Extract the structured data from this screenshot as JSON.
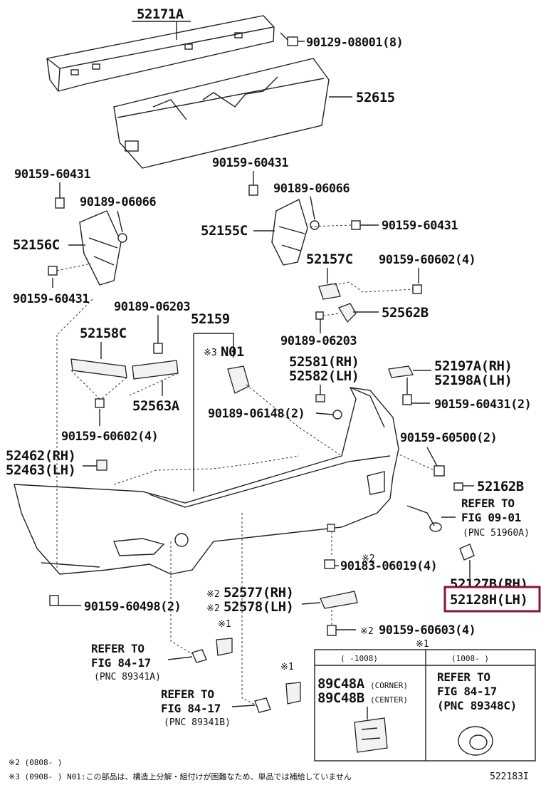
{
  "labels": {
    "p52171A": "52171A",
    "p90129": "90129-08001(8)",
    "p52615": "52615",
    "p90159_60431_a": "90159-60431",
    "p90189_06066_a": "90189-06066",
    "p52156C": "52156C",
    "p90159_60431_b": "90159-60431",
    "p90159_60431_c": "90159-60431",
    "p90189_06066_b": "90189-06066",
    "p52155C": "52155C",
    "p90159_60431_d": "90159-60431",
    "p52157C": "52157C",
    "p90159_60602_a": "90159-60602(4)",
    "p52562B": "52562B",
    "p90189_06203_a": "90189-06203",
    "p90189_06203_b": "90189-06203",
    "p52159": "52159",
    "pN01": "N01",
    "p52158C": "52158C",
    "p52563A": "52563A",
    "p90159_60602_b": "90159-60602(4)",
    "p52581": "52581(RH)",
    "p52582": "52582(LH)",
    "p52197A": "52197A(RH)",
    "p52198A": "52198A(LH)",
    "p90189_06148": "90189-06148(2)",
    "p90159_60431_e": "90159-60431(2)",
    "p90159_60500": "90159-60500(2)",
    "p52462": "52462(RH)",
    "p52463": "52463(LH)",
    "p52162B": "52162B",
    "p52127B": "52127B(RH)",
    "p52128H": "52128H(LH)",
    "p90183": "90183-06019(4)",
    "p52577": "52577(RH)",
    "p52578": "52578(LH)",
    "p90159_60498": "90159-60498(2)",
    "p90159_60603": "90159-60603(4)"
  },
  "marks": {
    "x1": "※1",
    "x2": "※2",
    "x3": "※3"
  },
  "refs": {
    "r1": [
      "REFER TO",
      "FIG 09-01",
      "(PNC 51960A)"
    ],
    "r2": [
      "REFER TO",
      "FIG 84-17",
      "(PNC 89341A)"
    ],
    "r3": [
      "REFER TO",
      "FIG 84-17",
      "(PNC 89341B)"
    ],
    "r4": [
      "REFER TO",
      "FIG 84-17",
      "(PNC 89348C)"
    ]
  },
  "inset": {
    "left_header": "(  -1008)",
    "right_header": "(1008-  )",
    "p89C48A": "89C48A",
    "p89C48A_note": "(CORNER)",
    "p89C48B": "89C48B",
    "p89C48B_note": "(CENTER)"
  },
  "footnotes": {
    "n2": "※2 (0808-     )",
    "n3": "※3 (0908-     ) N01:この部品は、構造上分解・組付けが困難なため、単品では補給していません"
  },
  "figure_id": "522183I",
  "colors": {
    "highlight": "#8a1538"
  }
}
